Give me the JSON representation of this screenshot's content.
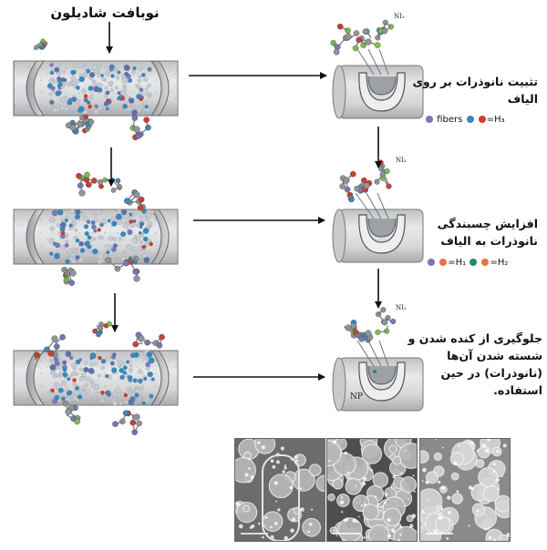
{
  "diagram": {
    "title": "نوبافت شادیلون",
    "steps": [
      {
        "id": "s1",
        "text": "تثبیت نانوذرات بر روی الیاف"
      },
      {
        "id": "s2",
        "text": "افزایش چسبندگی نانوذرات به الیاف"
      },
      {
        "id": "s3",
        "text": "جلوگیری از کنده شدن و شسته شدن آن‌ها (نانوذرات) در حین استفاده."
      }
    ],
    "legend1": {
      "label": "fibers",
      "eq": "=H₃"
    },
    "legend2": {
      "eq1": "=H₁",
      "eq2": "=H₂"
    },
    "molecule_labels": {
      "top": "NI₃"
    },
    "np_label": "NP"
  },
  "colors": {
    "fiber": "#d9dadc",
    "node_purple": "#7a76b8",
    "node_blue": "#3c86b8",
    "node_red": "#d33a2c",
    "node_green": "#7bc043",
    "node_gray": "#8f9499",
    "node_orange": "#e9743d",
    "node_teal": "#1f8a6d"
  }
}
